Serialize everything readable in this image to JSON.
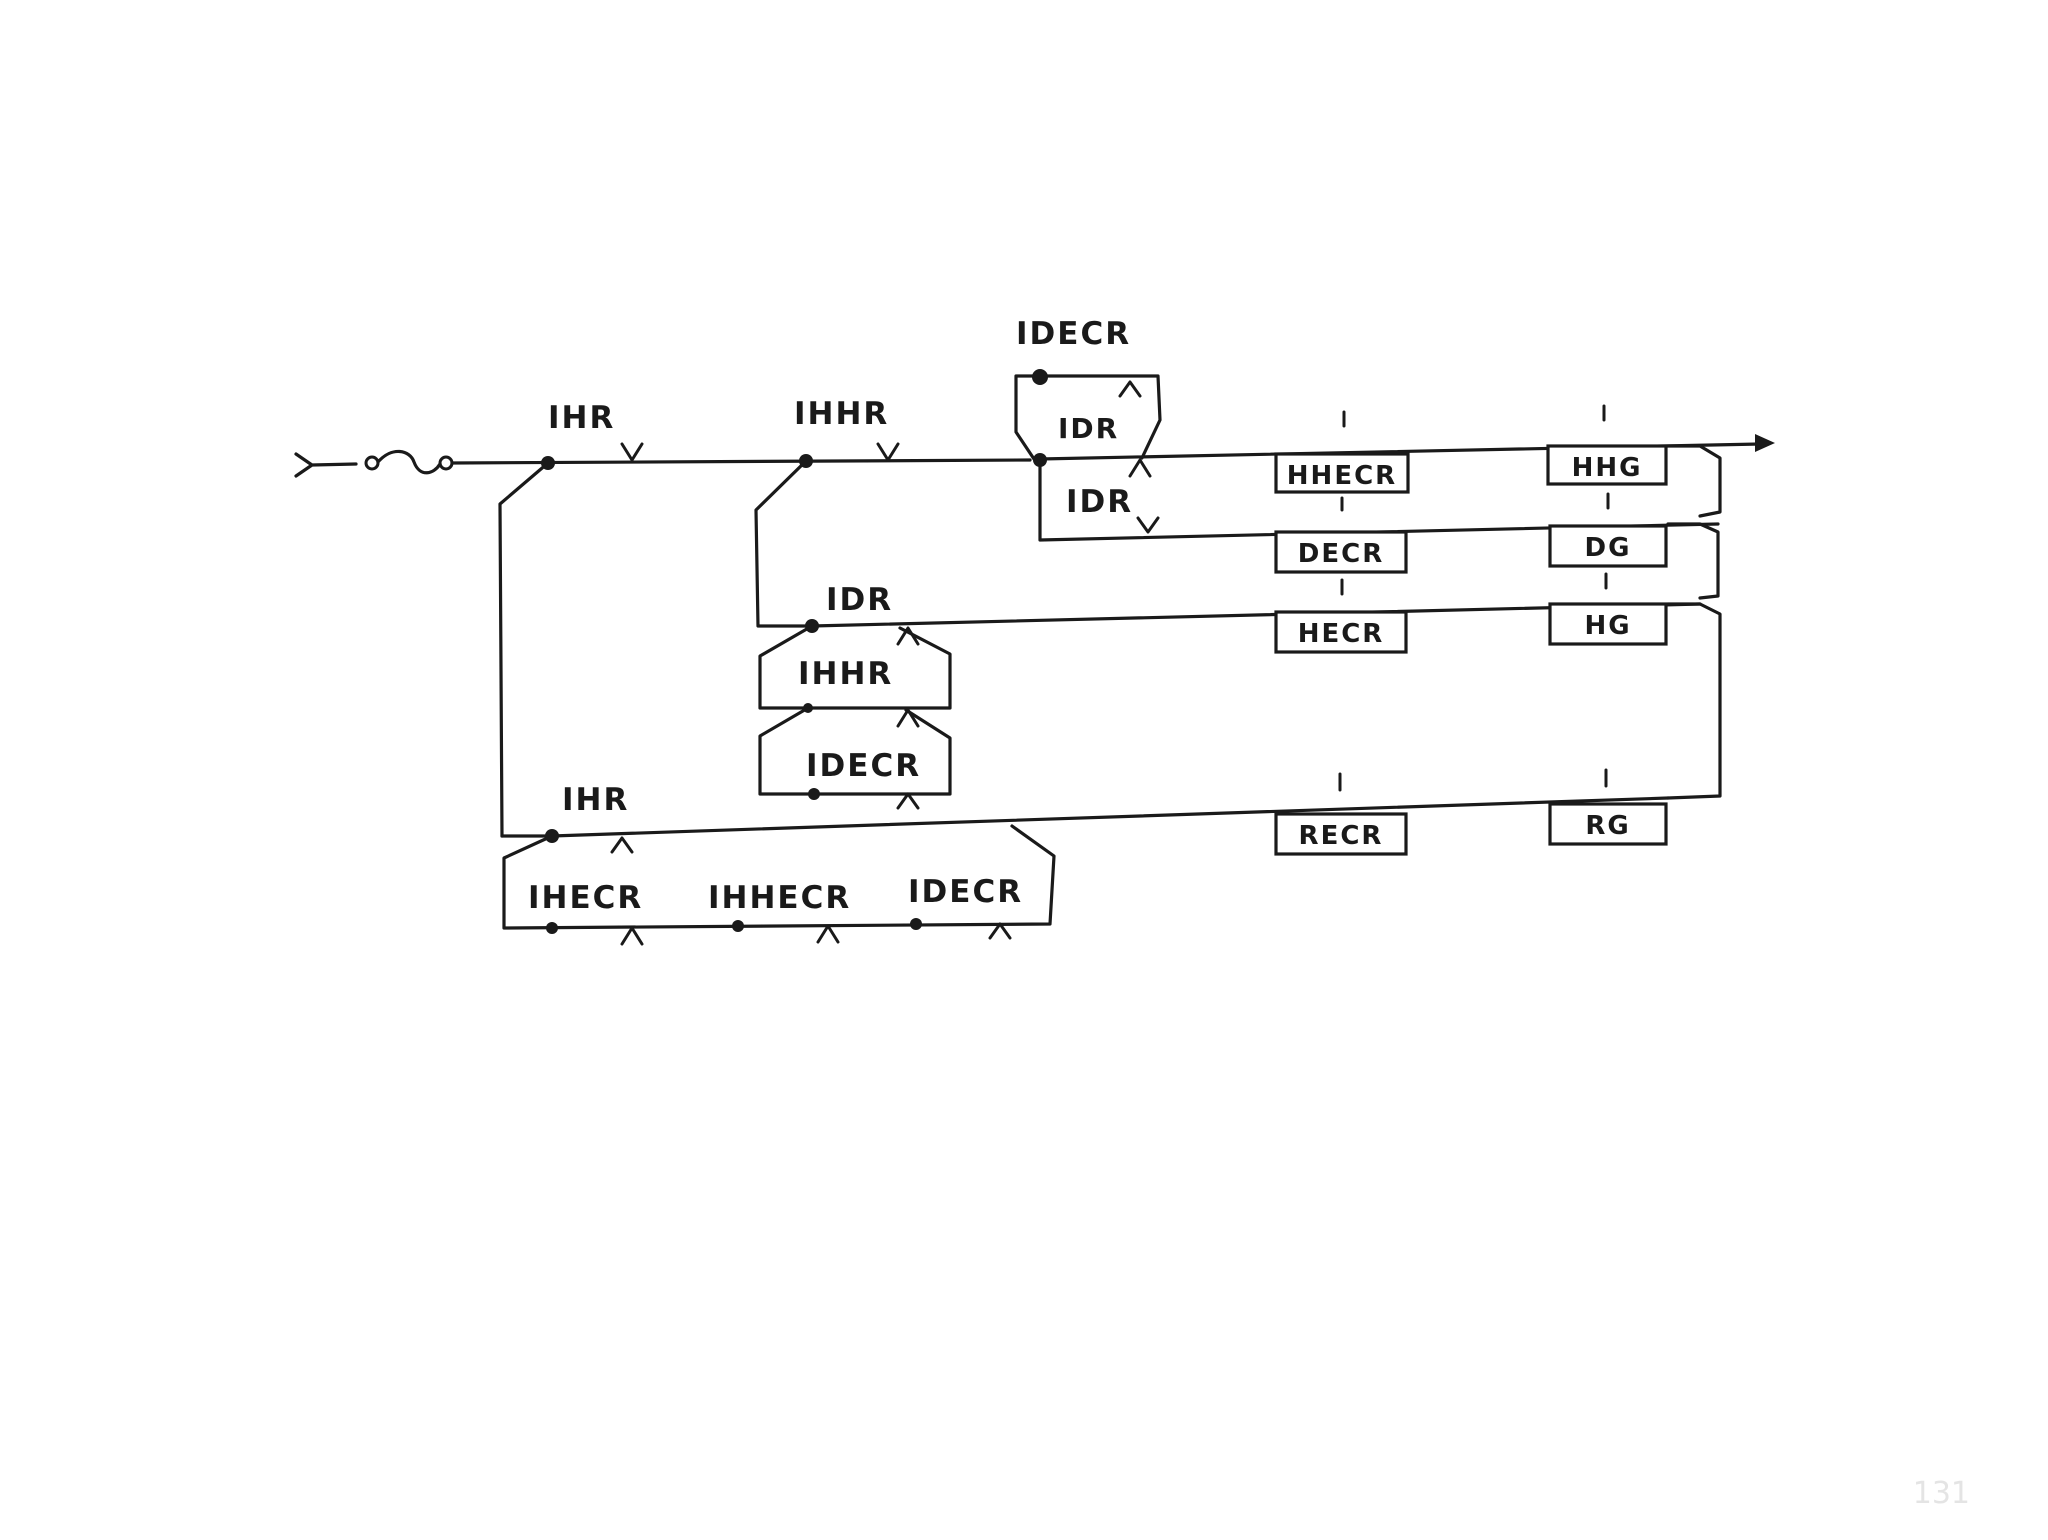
{
  "diagram": {
    "labels": {
      "top_idecr": "IDECR",
      "top_idr_inner": "IDR",
      "main_ihr": "IHR",
      "main_ihhr": "IHHR",
      "branch_idr": "IDR",
      "mid_idr": "IDR",
      "mid_ihhr": "IHHR",
      "mid_idecr": "IDECR",
      "bottom_ihr": "IHR",
      "bottom_ihecr": "IHECR",
      "bottom_ihhecr": "IHHECR",
      "bottom_idecr": "IDECR"
    },
    "coils": {
      "hhecr": "HHECR",
      "decr": "DECR",
      "hecr": "HECR",
      "recr": "RECR",
      "hhg": "HHG",
      "dg": "DG",
      "hg": "HG",
      "rg": "RG"
    }
  },
  "page_number": "131"
}
